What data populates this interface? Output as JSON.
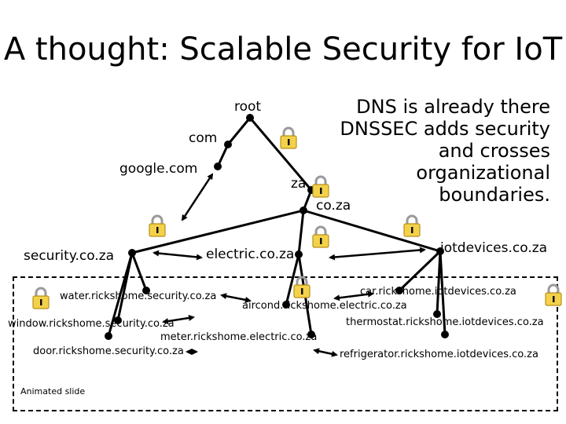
{
  "slide": {
    "title": "A thought: Scalable Security for IoT",
    "dns_note": "DNS is already there\nDNSSEC adds security\nand crosses\norganizational\nboundaries.",
    "footer": "Animated slide"
  },
  "nodes": {
    "root": "root",
    "com": "com",
    "google": "google.com",
    "za": "za",
    "coza": "co.za",
    "security": "security.co.za",
    "electric": "electric.co.za",
    "iotdevices": "iotdevices.co.za",
    "water": "water.rickshome.security.co.za",
    "window": "window.rickshome.security.co.za",
    "door": "door.rickshome.security.co.za",
    "aircond": "aircond.rickshome.electric.co.za",
    "meter": "meter.rickshome.electric.co.za",
    "car": "car.rickshome.iotdevices.co.za",
    "thermostat": "thermostat.rickshome.iotdevices.co.za",
    "refrigerator": "refrigerator.rickshome.iotdevices.co.za"
  },
  "icons": [
    "padlock-icon"
  ]
}
